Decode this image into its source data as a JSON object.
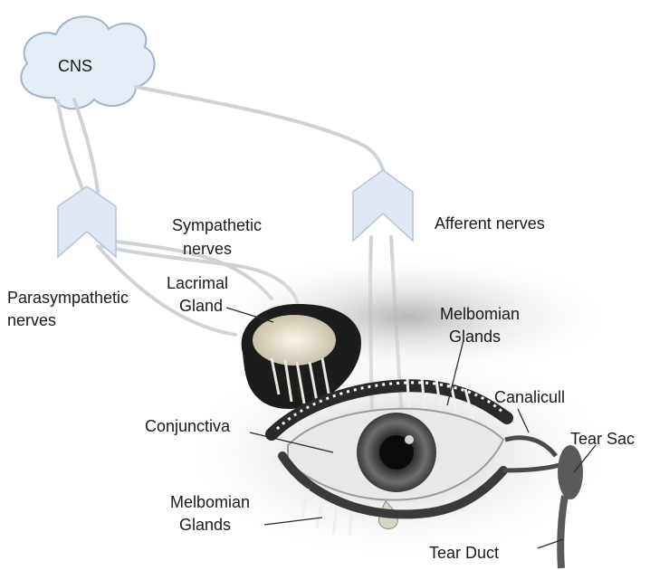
{
  "labels": {
    "cns": "CNS",
    "sympathetic_1": "Sympathetic",
    "sympathetic_2": "nerves",
    "afferent": "Afferent nerves",
    "parasympathetic_1": "Parasympathetic",
    "parasympathetic_2": "nerves",
    "lacrimal_1": "Lacrimal",
    "lacrimal_2": "Gland",
    "meibomian_upper_1": "Melbomian",
    "meibomian_upper_2": "Glands",
    "canaliculi": "Canalicull",
    "tear_sac": "Tear Sac",
    "conjunctiva": "Conjunctiva",
    "meibomian_lower_1": "Melbomian",
    "meibomian_lower_2": "Glands",
    "tear_duct": "Tear Duct"
  },
  "colors": {
    "cloud_fill": "#e4ecf5",
    "cloud_stroke": "#9fb2c8",
    "ganglion_fill": "#dfe8f2",
    "nerve": "#cfd3d6",
    "label_text": "#1a1a1a"
  }
}
